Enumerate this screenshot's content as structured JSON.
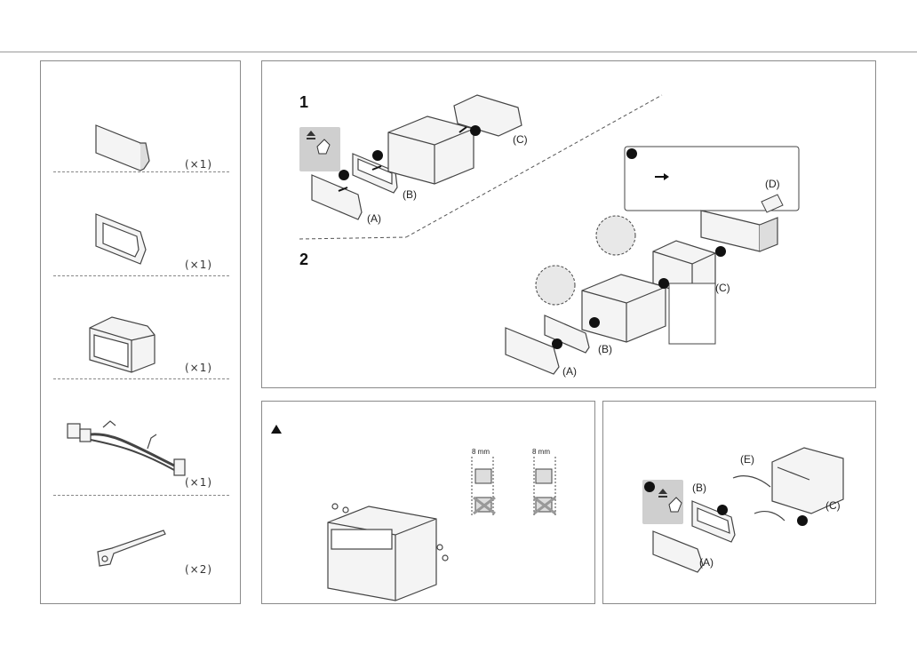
{
  "parts": {
    "quantities": [
      "(×1)",
      "(×1)",
      "(×1)",
      "(×1)",
      "(×2)"
    ]
  },
  "steps": {
    "step1": "1",
    "step2": "2",
    "labels": {
      "a1": "(A)",
      "b1": "(B)",
      "c1": "(C)",
      "a2": "(A)",
      "b2": "(B)",
      "c2": "(C)",
      "d": "(D)",
      "a3": "(A)",
      "b3": "(B)",
      "c3": "(C)",
      "e": "(E)"
    }
  },
  "caution": {
    "screw_length_1": "8 mm",
    "screw_length_2": "8 mm"
  },
  "colors": {
    "button_bg": "#cfcfcf",
    "line": "#444444",
    "fill": "#f4f4f4"
  },
  "icons": [
    "eject-button-icon",
    "warning-icon",
    "hand-icon",
    "arrow-icon"
  ]
}
